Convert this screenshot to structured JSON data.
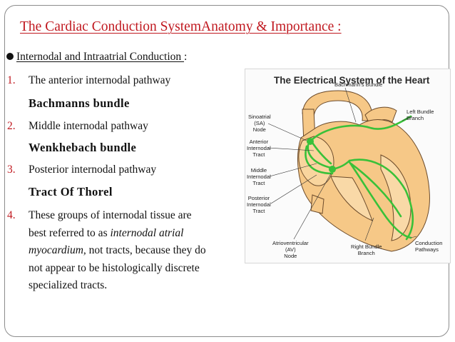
{
  "slide": {
    "title": "The Cardiac Conduction SystemAnatomy & Importance :",
    "lead_text": "Internodal and Intraatrial Conduction ",
    "lead_colon": ":",
    "items": [
      {
        "num": "1.",
        "text": "The anterior internodal pathway",
        "bold": "Bachmanns bundle"
      },
      {
        "num": "2.",
        "text": "Middle internodal pathway",
        "bold": "Wenkhebach bundle"
      },
      {
        "num": "3.",
        "text": "Posterior internodal pathway",
        "bold": "Tract Of  Thorel"
      }
    ],
    "item4": {
      "num": "4.",
      "line1": "These groups of internodal tissue are",
      "line2": "best referred to as ",
      "line2_italic": "internodal atrial",
      "line3_italic": "myocardium,",
      "line3": " not tracts, because they do",
      "line4": "not appear to be histologically discrete",
      "line5": "specialized tracts."
    }
  },
  "figure": {
    "title": "The Electrical System of the Heart",
    "labels": {
      "bachmann": "Bachmann's Bundle",
      "sa_node": "Sinoatrial\n(SA)\nNode",
      "anterior": "Anterior\nInternodal\nTract",
      "middle": "Middle\nInternodal\nTract",
      "posterior": "Posterior\nInternodal\nTract",
      "av_node": "Atrioventricular\n(AV)\nNode",
      "left_bundle": "Left Bundle\nBranch",
      "right_bundle": "Right Bundle\nBranch",
      "conduction": "Conduction\nPathways"
    },
    "colors": {
      "muscle": "#f6c887",
      "outline": "#6b4a2a",
      "pathway": "#39c139"
    }
  }
}
